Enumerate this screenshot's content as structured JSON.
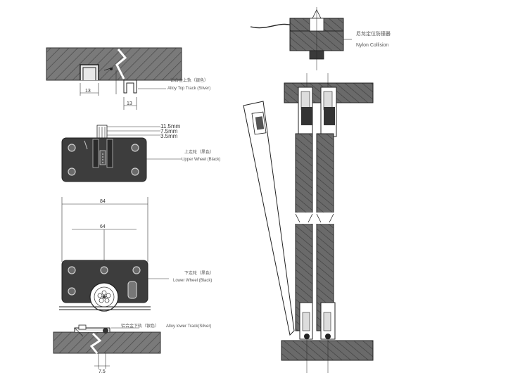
{
  "top_track": {
    "label_cn": "铝合金上轨（银色）",
    "label_en": "Alloy Top Track (Silver)",
    "dim_width": "13",
    "dim_right": "13"
  },
  "upper_wheel": {
    "label_cn": "上走轮（黑色）",
    "label_en": "Upper Wheel (Black)",
    "dim_1": "11.5mm",
    "dim_2": "7.5mm",
    "dim_3": "3.5mm"
  },
  "lower_wheel": {
    "label_cn": "下走轮（黑色）",
    "label_en": "Lower Wheel (Black)",
    "dim_outer": "84",
    "dim_inner": "64"
  },
  "lower_track": {
    "label_cn": "铝合金下轨（银色）",
    "label_en": "Alloy lower Track(Silver)",
    "dim_bottom": "7.5"
  },
  "collision": {
    "label_cn": "尼龙定位防撞器",
    "label_en": "Nylon Collision"
  },
  "colors": {
    "wood": "#6e6e6e",
    "dark": "#3a3a3a",
    "line": "#222222",
    "label": "#555555"
  }
}
